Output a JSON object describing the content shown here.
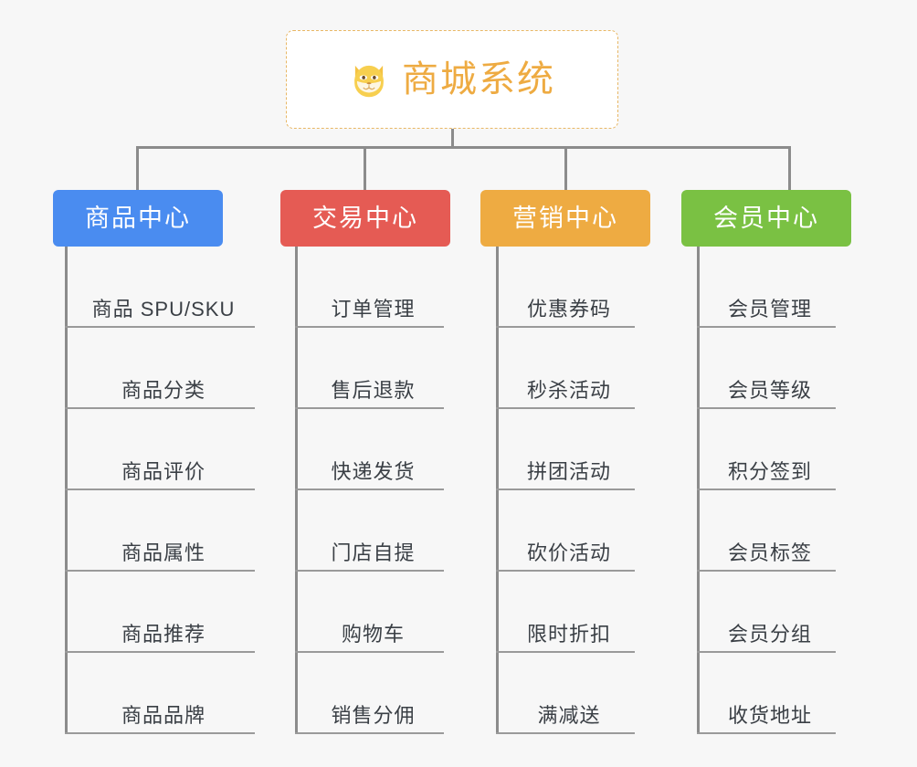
{
  "page": {
    "background_color": "#f7f7f7",
    "connector_color": "#8c8c8c",
    "leaf_text_color": "#3a3f45",
    "leaf_rule_color": "#9a9a9a"
  },
  "root": {
    "title": "商城系统",
    "icon": "shiba-dog-face-icon",
    "text_color": "#eeab42",
    "border_color": "#e8b765",
    "background_color": "#ffffff"
  },
  "columns": [
    {
      "id": "product-center",
      "label": "商品中心",
      "color": "#4a8cf0",
      "items": [
        "商品 SPU/SKU",
        "商品分类",
        "商品评价",
        "商品属性",
        "商品推荐",
        "商品品牌"
      ]
    },
    {
      "id": "trade-center",
      "label": "交易中心",
      "color": "#e55b54",
      "items": [
        "订单管理",
        "售后退款",
        "快递发货",
        "门店自提",
        "购物车",
        "销售分佣"
      ]
    },
    {
      "id": "marketing-center",
      "label": "营销中心",
      "color": "#eeab42",
      "items": [
        "优惠券码",
        "秒杀活动",
        "拼团活动",
        "砍价活动",
        "限时折扣",
        "满减送"
      ]
    },
    {
      "id": "member-center",
      "label": "会员中心",
      "color": "#7ac143",
      "items": [
        "会员管理",
        "会员等级",
        "积分签到",
        "会员标签",
        "会员分组",
        "收货地址"
      ]
    }
  ]
}
